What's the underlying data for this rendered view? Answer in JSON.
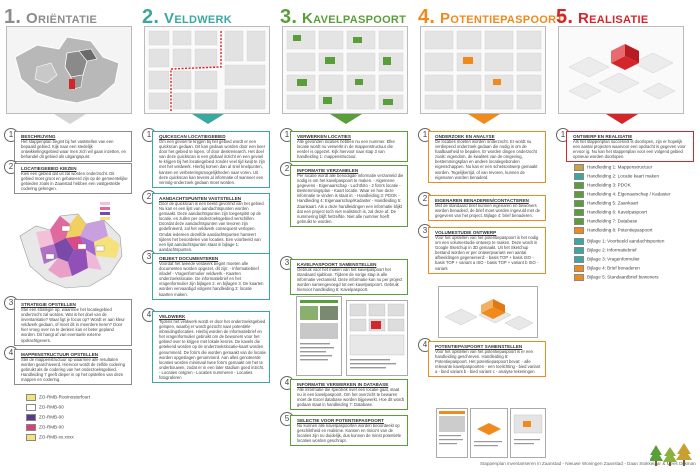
{
  "columns": [
    {
      "num": "1.",
      "title": "Oriëntatie",
      "color": "#8c8c8c"
    },
    {
      "num": "2.",
      "title": "Veldwerk",
      "color": "#3aa8a0"
    },
    {
      "num": "3.",
      "title": "Kavelpaspoort",
      "color": "#5a9e3a"
    },
    {
      "num": "4.",
      "title": "Potentiepaspoort",
      "color": "#f08a1c"
    },
    {
      "num": "5.",
      "title": "Realisatie",
      "color": "#d4252b"
    }
  ],
  "c1": {
    "s1": {
      "n": "1",
      "title": "Beschrijving",
      "text": "Het stappenplan begint bij het vaststellen van een bepaald gebied. Kijk naar een stedelijk ontwikkelingsgebied waar men zich wil gaan inzetten, en behandel dit gebied als uitgangspunt."
    },
    "s2": {
      "n": "2",
      "title": "Locatiegebied kiezen",
      "text": "Kies een gebied dat uit zal worden onderzocht. Dit gebied moet groot en gebaseerd zijn op de gemeentelijke gebieden zoals in Zaanstad hebben een vastgestelde codering gekregen."
    },
    "s3": {
      "n": "3",
      "title": "Strategie opstellen",
      "text": "Stel een strategie op, waarmee het locatiegebied onderzocht zal worden. Wat is het doel van de inventarisatie? Waar ligt je focus op? Wordt er aan kleur veldwerk gedaan, of moet dit in meerdere keren? Door hier vroeg over na te denken kan er beter gepland worden. Dit hangt af van eventuele externe opdrachtgevers."
    },
    "s4": {
      "n": "4",
      "title": "Mappenstructuur opstellen",
      "text": "Stel de mappenstructuur op waarmee alle resultaten worden gearchiveerd. Hiervoor wordt de zelfde codering gebruikt als de codering van het onderzoeksgebied. Handleiding 7 geeft dieper in op het opstellen van deze mappen en codering."
    },
    "folders": [
      {
        "label": "ZO-RMB-Rooinostorfourt",
        "color": "#f5e27a"
      },
      {
        "label": "ZO-RMB-00",
        "color": "#ffffff"
      },
      {
        "label": "ZO-RMB-00",
        "color": "#5a3a8a"
      },
      {
        "label": "ZO-RMB-00",
        "color": "#d6427a"
      },
      {
        "label": "ZO-RMB-xx.xxxx",
        "color": "#f5e27a"
      }
    ]
  },
  "c2": {
    "s1": {
      "n": "1",
      "title": "Quickscan locatiegebied",
      "text": "Om een gevoel te krijgen bij het gebied wordt er een quickscan gedaan. Dit kan gedaan worden door een keer door het gebied te lopen, of door deskresearch. Het doel van deze quickscan is een globaal inzicht en een gevoel te krijgen bij het locatiegebied zonder veel tijd kwijt te zijn met het veldwerk. Hierbij komen dan al snel knelpunten, kansen en verbeteringsmogelijkheden naar voren. Uit deze quickscan kan tevens al informatie of wanneer een vervolg-onderzoek gedaan moet worden."
    },
    "s2": {
      "n": "2",
      "title": "Aandachtspunten vaststellen",
      "text": "Door de quickscan is een beeld gevormd van het gebied. Nu kan er een lijst van aandachtspunten worden gemaakt. Deze aandachtspunten zijn toegespitst op de locatie, en zullen per onderzoeksgebied verschillen. Doordat deze aandachtspunten van tevoren zijn gedefinieerd, zal het veldwerk consequent verlopen. Omdat iedereen dezelfde aandachtspunten hanteert tijdens het beoordelen van locaties. Een voorbeeld van een lijst aandachtspunten staat in bijlage 1: aandachtspunten."
    },
    "s3": {
      "n": "3",
      "title": "Objekt documenteren",
      "text": "Voordat het tweede veldwerk begint moeten alle documenten worden opgezet, dit zijn: - Informatiebrief inladef - Vragenformulier veldwerk - Kaarten onderzoekslocatie. De informatiebrief en het vragenformulier zijn bijlagen 2. en bijlagen 3. De kaarten worden vervaardigd volgens handleiding 2: locatie kaarten maken."
    },
    "s4": {
      "n": "4",
      "title": "Veldwerk",
      "text": "Tijdens het veldwerk wordt er door het onderzoeksgebied gelopen, waarbij er wordt gezocht naar potentiële inbreidingslocaties. Hierbij worden de informatiebrief en het vragenformulier gebruikt om de bewoners voor het gebied over te krijgen met lokale kennis. De kavels die getekend worden op de onderzoekslocatie-kaart worden genummerd. De foto's die worden gemaakt van de locatie worden opgeslagen genummerd. Aan alles genoteerde locaties worden minimaal twee foto's gemaakt om het te onderbouwen, zodat er in een later stadium goed inzicht. - Locaties ontgren - Locaties nummeren - Locaties fotograferen"
    }
  },
  "c3": {
    "s1": {
      "n": "1",
      "title": "Verwerken locaties",
      "text": "Alle gevonden locaties hebben nu een nummer. Elke locatie wordt nu verwerkt in de mappenstructuur die eerder is opgezet. Kijk hiervoor naar stap 3 van handleiding 1: mappenstructuur."
    },
    "s2": {
      "n": "2",
      "title": "Informatie verzamelen",
      "text": "Per locatie wordt alle benodigde informatie verzameld die nodig is om het kavelpaspoort te maken. - Algemene gegevens - Eigenaarschap - Luchtfoto - 2 foto's locatie - Bestemmingsplan - Kaart locatie. Waar en hoe deze informatie te vinden is staat in: - Handleiding 3: PDOK - Handleiding 4: Eigenaarschap/Kadaster - Handleiding 5: Zaankaart. Als u deze handleidingen een informatie blijkt dat een project toch niet realistisch is, zal deze af. De nummering blijft hetzelfde. Niet alle nummer hoeft gebruikt te worden."
    },
    "s3": {
      "n": "3",
      "title": "Kavelpaspoort samenstellen",
      "text": "Gebruik voor het maken van het kavelpaspoort het standaard sjabloon. Tijdens de vorige stap is alle informatie verzameld. Deze informatie kan nu per project worden samengevoegd tot een kavelpaspoort. Gebruik hiervoor handleiding 6: Kavelpaspoort."
    },
    "s4": {
      "n": "4",
      "title": "Informatie verwerken in database",
      "text": "Alle informatie die specifiek over een locatie gaat, staat nu in een kavelpaspoort. Om het overzicht te bewaren moet de Excel database worden bijgewerkt. Hoe dit wordt gedaan staat in handleiding 7: Database."
    },
    "s5": {
      "n": "5",
      "title": "Selectie voor potentiepaspoort",
      "text": "Nu kunnen alle kavelpaspoorten worden beoordeeld op geschiktheid en realisme. Kansen en risico's van de locaties zijn nu duidelijk, dus kunnen de minst potentiële locaties worden geschrapt."
    }
  },
  "c4": {
    "s1": {
      "n": "1",
      "title": "Onderzoek en analyse",
      "text": "De locaties moeten worden onderzocht. Er wordt nu verdiepend onderzoek gedaan die nodig is om de haalbaarheid te bepalen. Er worden dingen onderzocht zoals: eigendom, de kwaliteit van de omgeving, bestemmingsplan en andere locatiegebonden eigenschappen. Nu kan er een schetsontwerp gemaakt worden. Tegelijkertijd, of van tevoren, kunnen de eigenaren worden benaderd."
    },
    "s2": {
      "n": "2",
      "title": "Eigenaren benaderen/contacteren",
      "text": "Met de standaard brief kunnen eigenaren en bewoners worden benaderd, de brief moet worden ingevuld met de gegevens van het project. Bijlage 4: brief benaderen."
    },
    "s3": {
      "n": "3",
      "title": "Volumestudie ontwerp",
      "text": "Voor het opstellen van het potentiepaspoort is het nodig om een volumestudie ontwerp te maken. Deze wordt in Google Sketchup in 3D gemaakt. Uit het Sketchup bestand worden er per ontwerpvariant een aantal afbeeldingen gegenereerd: - basis TOP + basis ISO - basis TOP + variant a ISO - basis TOP + variant b ISO - variant"
    },
    "s4": {
      "n": "4",
      "title": "Potentiepaspoort samenstellen",
      "text": "Voor het opstellen van het potentiepaspoort is er een handleiding geschreven. Handleiding 8: Potentiepaspoort. Het potentiepaspoort bevat: - alle relevante kavelpaspoorten - een toelichting - bied variant a - bied variant b - bied variant c - analyse tekeningen"
    }
  },
  "c5": {
    "s1": {
      "n": "1",
      "title": "Ontwerp en realisatie",
      "text": "Als het stappenplan succesvol is doorlopen, zijn er hopelijk een aantal projecten waarvoor een opdracht is gegeven voor ervoor ig. Nu kan het stappenplan voor een volgend gebied opnieuw worden doorlopen."
    },
    "manuals": [
      {
        "label": "Handleiding 1: Mappenstructuur",
        "color": "#c9a24a"
      },
      {
        "label": "Handleiding 2: Locatie kaart maken",
        "color": "#3aa8a0"
      },
      {
        "label": "Handleiding 3: PDOK",
        "color": "#5a9e3a"
      },
      {
        "label": "Handleiding 4: Eigenaarschap / Kadaster",
        "color": "#5a9e3a"
      },
      {
        "label": "Handleiding 5: Zaankaart",
        "color": "#5a9e3a"
      },
      {
        "label": "Handleiding 6: Kavelpaspoort",
        "color": "#5a9e3a"
      },
      {
        "label": "Handleiding 7: Database",
        "color": "#5a9e3a"
      },
      {
        "label": "Handleiding 8: Potentiepaspoort",
        "color": "#f08a1c"
      }
    ],
    "appendices": [
      {
        "label": "Bijlage 1: Voorbeeld aandachtspunten",
        "color": "#3aa8a0"
      },
      {
        "label": "Bijlage 2: Informatiebrief",
        "color": "#3aa8a0"
      },
      {
        "label": "Bijlage 3: Vragenformulier",
        "color": "#3aa8a0"
      },
      {
        "label": "Bijlage 4: Brief benaderen",
        "color": "#f08a1c"
      },
      {
        "label": "Bijlage 5: Standaardbrief bewoners",
        "color": "#f08a1c"
      }
    ]
  },
  "footer": "Stappenplan inventariseren in Zaanstad - Nieuwe Woningen Zaanstad - Daan Stokkelaar & Mees Dijkman"
}
